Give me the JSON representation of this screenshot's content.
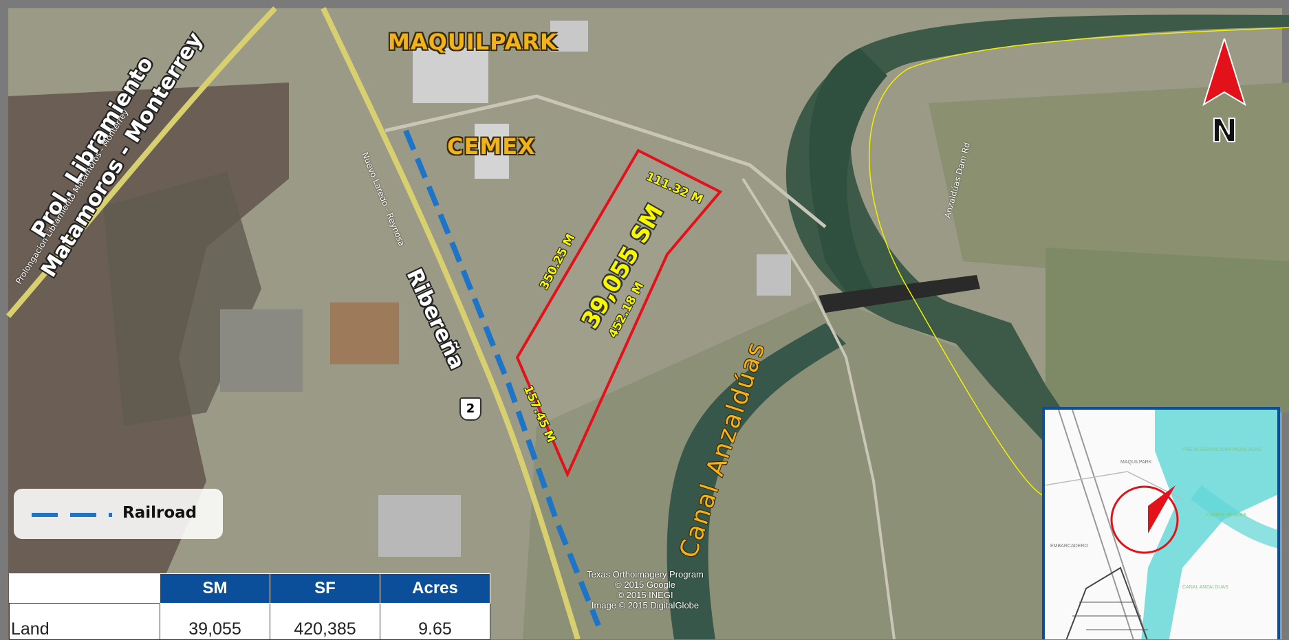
{
  "map": {
    "place_labels": {
      "maquilpark": "MAQUILPARK",
      "cemex": "CEMEX"
    },
    "roads": {
      "libramiento_line1": "Prol. Libramiento",
      "libramiento_line2": "Matamoros - Monterrey",
      "ribereña": "Ribereña",
      "highway_shield": "2",
      "small_1": "Prolongacion Libramiento Matamoros - Monterrey",
      "small_2": "Nuevo Laredo - Reynosa",
      "small_3": "Anzaldúas Dam Rd"
    },
    "property": {
      "area": "39,055 SM",
      "side_top": "111.32 M",
      "side_left": "350.25 M",
      "side_right": "452.18 M",
      "side_bottom": "157.45 M",
      "boundary_color": "#e3111a"
    },
    "canal_label": "Canal  Anzaldúas",
    "north_label": "N",
    "imagery_credits": [
      "Texas Orthoimagery Program",
      "© 2015 Google",
      "© 2015 INEGI",
      "Image © 2015 DigitalGlobe"
    ]
  },
  "legend": {
    "railroad_label": "Railroad",
    "railroad_color": "#1e74c7"
  },
  "table": {
    "headers": [
      "SM",
      "SF",
      "Acres"
    ],
    "rows": [
      {
        "label": "Land",
        "sm": "39,055",
        "sf": "420,385",
        "acres": "9.65"
      }
    ]
  },
  "inset": {
    "labels": [
      "MAQUILPARK",
      "PRESA DERIVADORA ANZALDUAS",
      "CAMPO DE GOLF",
      "CANAL ANZALDUAS",
      "EMBARCADERO"
    ]
  }
}
